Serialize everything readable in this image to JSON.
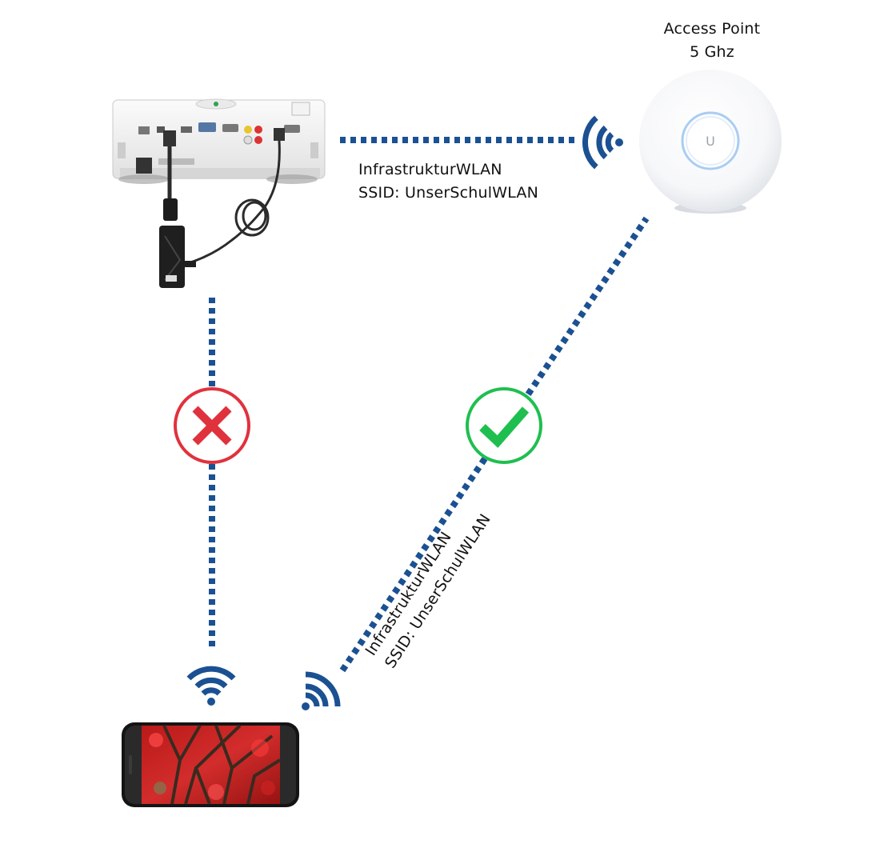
{
  "access_point": {
    "title_line1": "Access Point",
    "title_line2": "5 Ghz",
    "logo": "U"
  },
  "link_top": {
    "line1": "InfrastrukturWLAN",
    "line2": "SSID: UnserSchulWLAN"
  },
  "link_diagonal": {
    "line1": "InfrastrukturWLAN",
    "line2": "SSID: UnserSchulWLAN"
  },
  "status": {
    "projector_to_phone": "cross-icon",
    "phone_to_access_point": "check-icon"
  },
  "colors": {
    "link": "#1b5192",
    "fail": "#e0323d",
    "ok": "#1fbf4f"
  }
}
